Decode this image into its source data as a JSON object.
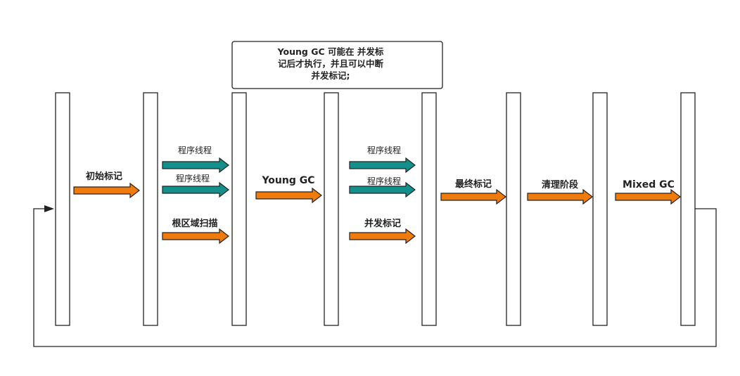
{
  "colors": {
    "orange": "#f07b0d",
    "teal": "#13908c",
    "stroke": "#222222",
    "background": "#ffffff"
  },
  "note": {
    "lines": [
      "Young GC 可能在 并发标",
      "记后才执行，并且可以中断",
      "并发标记;"
    ]
  },
  "labels": {
    "initial_mark": "初始标记",
    "app_thread_1": "程序线程",
    "app_thread_2": "程序线程",
    "root_region_scan": "根区域扫描",
    "young_gc": "Young GC",
    "app_thread_3": "程序线程",
    "app_thread_4": "程序线程",
    "concurrent_mark": "并发标记",
    "final_mark": "最终标记",
    "cleanup": "清理阶段",
    "mixed_gc": "Mixed GC"
  }
}
